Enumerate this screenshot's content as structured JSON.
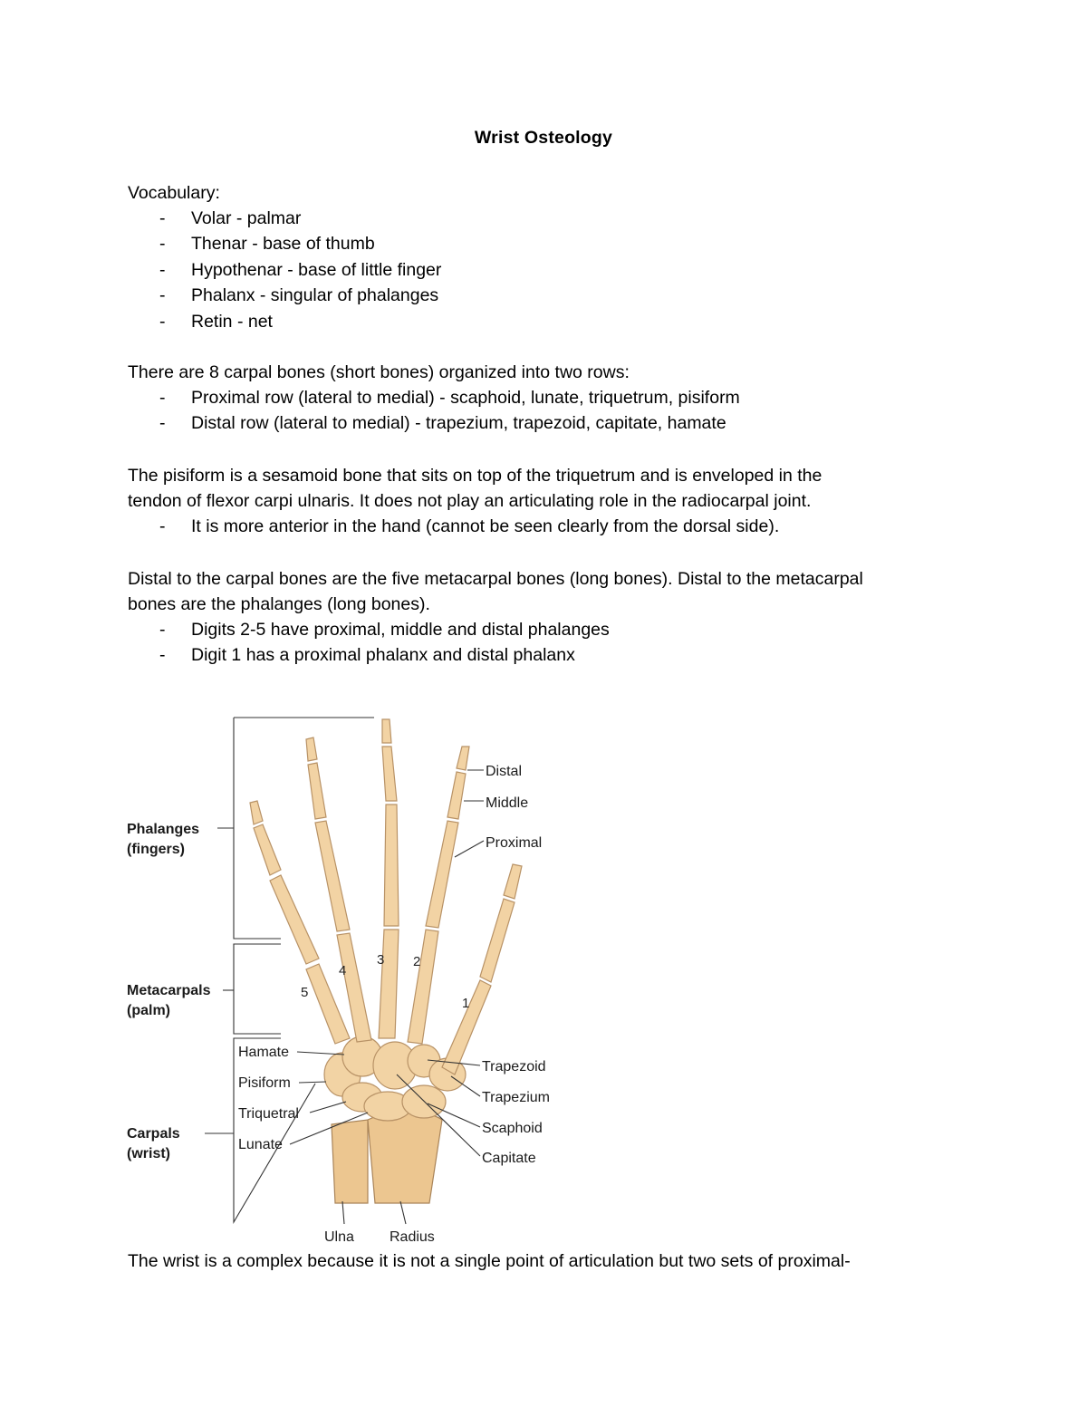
{
  "title": "Wrist Osteology",
  "vocabulary": {
    "heading": "Vocabulary:",
    "items": [
      "Volar - palmar",
      "Thenar - base of thumb",
      "Hypothenar - base of little finger",
      "Phalanx - singular of phalanges",
      "Retin - net"
    ]
  },
  "carpals": {
    "intro": "There are 8 carpal bones (short bones) organized into two rows:",
    "items": [
      "Proximal row (lateral to medial) - scaphoid, lunate, triquetrum, pisiform",
      "Distal row (lateral to medial) - trapezium, trapezoid, capitate, hamate"
    ]
  },
  "pisiform": {
    "line1": "The pisiform is a sesamoid bone that sits on top of the triquetrum and is enveloped in the",
    "line2": "tendon of flexor carpi ulnaris. It does not play an articulating role in the radiocarpal joint.",
    "items": [
      "It is more anterior in the hand (cannot be seen clearly from the dorsal side)."
    ]
  },
  "metacarpals": {
    "line1": "Distal to the carpal bones are the five metacarpal bones (long bones). Distal to the metacarpal",
    "line2": "bones are the phalanges (long bones).",
    "items": [
      "Digits 2-5 have proximal, middle and distal phalanges",
      "Digit 1 has a proximal phalanx and distal phalanx"
    ]
  },
  "figure": {
    "left_labels": {
      "phalanges": "Phalanges",
      "phalanges_sub": "(fingers)",
      "metacarpals": "Metacarpals",
      "metacarpals_sub": "(palm)",
      "carpals": "Carpals",
      "carpals_sub": "(wrist)"
    },
    "right_labels": {
      "distal": "Distal",
      "middle": "Middle",
      "proximal": "Proximal",
      "trapezoid": "Trapezoid",
      "trapezium": "Trapezium",
      "scaphoid": "Scaphoid",
      "capitate": "Capitate"
    },
    "carpal_labels": {
      "hamate": "Hamate",
      "pisiform": "Pisiform",
      "triquetral": "Triquetral",
      "lunate": "Lunate"
    },
    "bottom_labels": {
      "ulna": "Ulna",
      "radius": "Radius"
    },
    "digit_numbers": [
      "1",
      "2",
      "3",
      "4",
      "5"
    ],
    "bone_color": "#f2d3a4"
  },
  "footer_line": "The wrist is a complex because it is not a single point of articulation but two sets of proximal-"
}
